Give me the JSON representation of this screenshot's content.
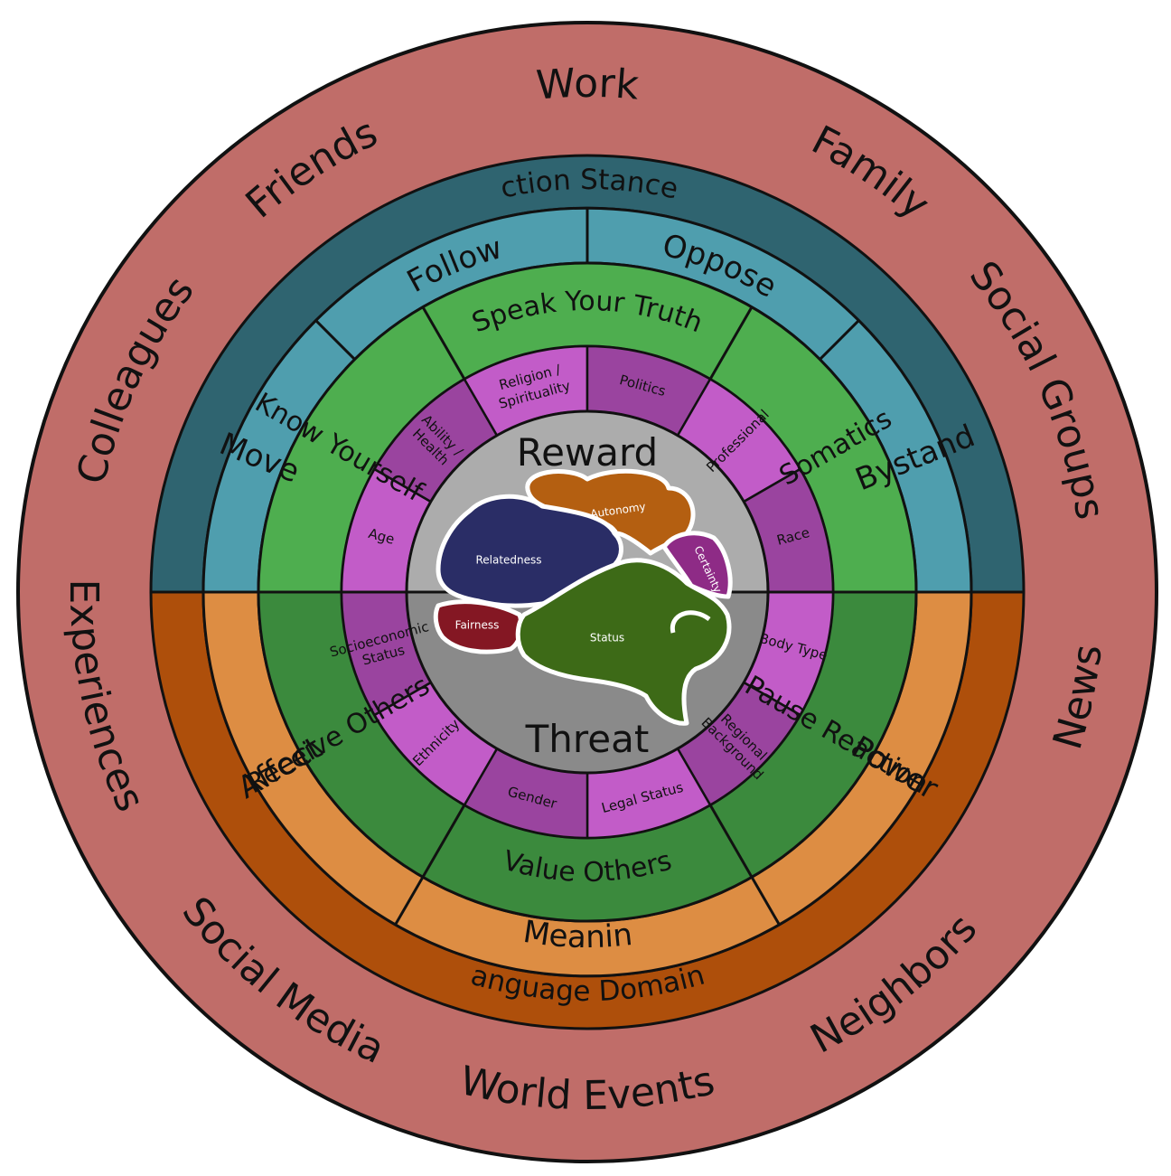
{
  "colors": {
    "outer": "#C06D69",
    "action_band": "#2F6470",
    "action_sector": "#4F9EAE",
    "language_band": "#AE4F0B",
    "language_sector": "#DD8D43",
    "green_top": "#4EAE4F",
    "green_bottom": "#3B8A3D",
    "id_light": "#C25CC8",
    "id_dark": "#9A449F",
    "center_top": "#ACACAC",
    "center_bottom": "#8A8A8A",
    "lobe_relatedness": "#2A2D66",
    "lobe_autonomy": "#B45F11",
    "lobe_certainty": "#8E2B86",
    "lobe_fairness": "#3D6A17",
    "lobe_status": "#841723",
    "outline": "#111111"
  },
  "outer_ring": {
    "labels": [
      "Work",
      "Family",
      "Social Groups",
      "News",
      "Neighbors",
      "World Events",
      "Social Media",
      "Experiences",
      "Colleagues",
      "Friends"
    ]
  },
  "action_stances": {
    "title": "Action Stances",
    "sectors": [
      "Move",
      "Follow",
      "Oppose",
      "Bystand"
    ]
  },
  "language_domains": {
    "title": "Language Domains",
    "sectors": [
      "Affect",
      "Meaning",
      "Power"
    ]
  },
  "green_ring": {
    "labels": [
      "Know Yourself",
      "Speak Your Truth",
      "Somatics",
      "Pause Reaction",
      "Value Others",
      "Receive Others"
    ]
  },
  "identity_ring": {
    "labels": [
      "Age",
      "Ability / Health",
      "Religion / Spirituality",
      "Politics",
      "Professional",
      "Race",
      "Body Type",
      "Regional Background",
      "Legal Status",
      "Gender",
      "Ethnicity",
      "Socioeconomic Status"
    ]
  },
  "center": {
    "top": "Reward",
    "bottom": "Threat"
  },
  "brain": {
    "lobes": [
      "Autonomy",
      "Relatedness",
      "Certainty",
      "Fairness",
      "Status"
    ]
  }
}
